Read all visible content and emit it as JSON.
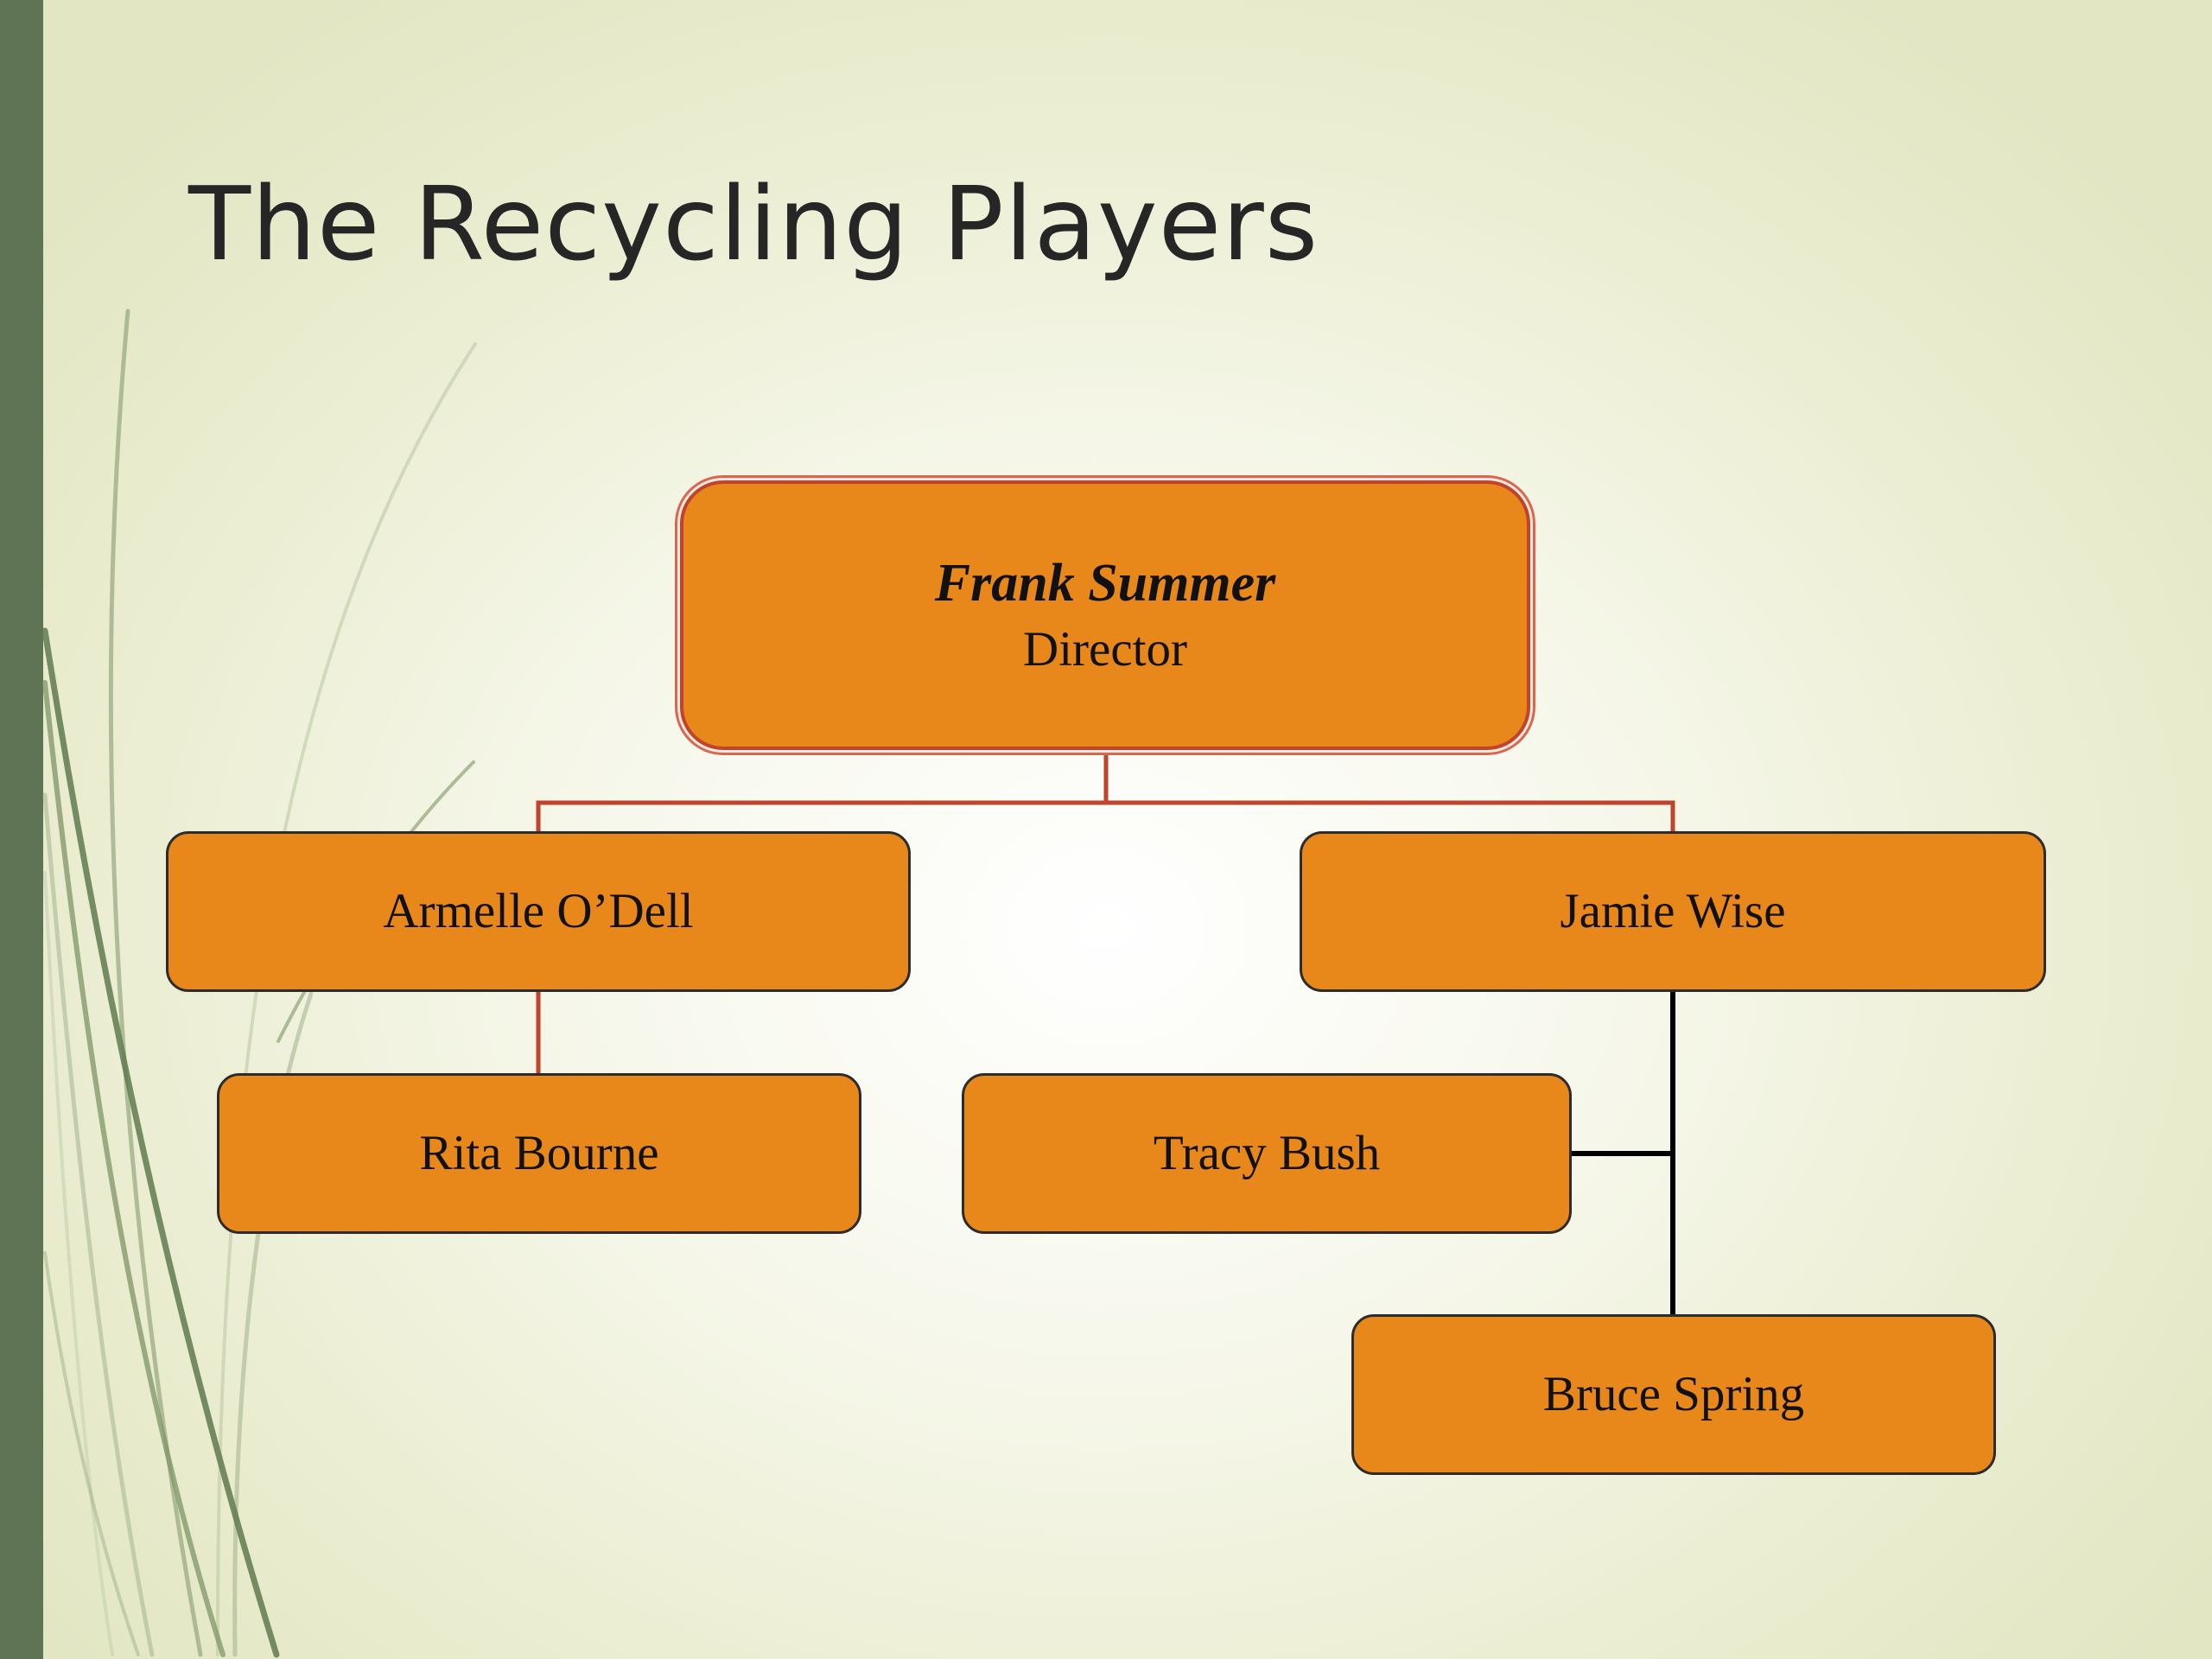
{
  "slide": {
    "title": "The Recycling Players",
    "colors": {
      "side_bar": "#5f7355",
      "node_fill": "#e8871a",
      "root_border": "#c0432c",
      "red_connector": "#c0432c",
      "black_connector": "#000000"
    }
  },
  "org_chart": {
    "director": {
      "name": "Frank Summer",
      "role": "Director"
    },
    "reports": [
      {
        "name": "Armelle O’Dell",
        "reports": [
          {
            "name": "Rita Bourne"
          }
        ]
      },
      {
        "name": "Jamie Wise",
        "reports": [
          {
            "name": "Tracy Bush"
          },
          {
            "name": "Bruce Spring"
          }
        ]
      }
    ]
  }
}
